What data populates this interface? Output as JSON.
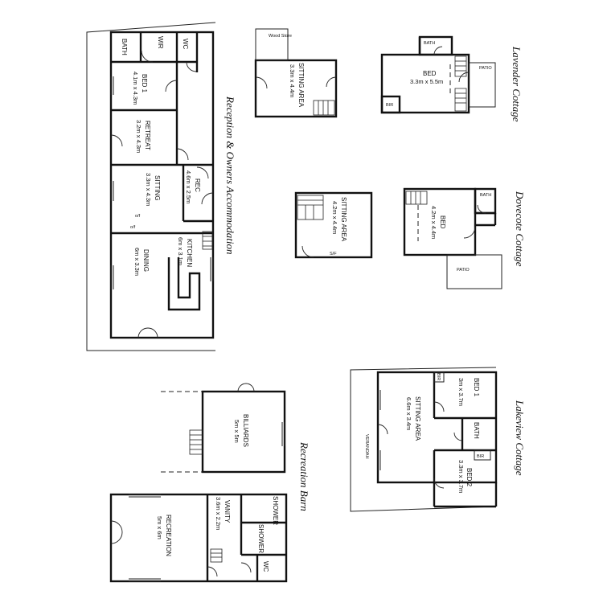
{
  "main_house": {
    "title": "Reception & Owners Accommodation",
    "rooms": {
      "wc": "WC",
      "wir": "WIR",
      "bath": "BATH",
      "bed1": "BED 1",
      "bed1_dim": "4.1m x 4.3m",
      "retreat": "RETREAT",
      "retreat_dim": "3.2m x 4.3m",
      "sitting": "SITTING",
      "sitting_dim": "3.3m x 4.3m",
      "rec": "REC",
      "rec_dim": "4.6m x 2.5m",
      "kitchen": "KITCHEN",
      "kitchen_dim": "6m x 3.1m",
      "dining": "DINING",
      "dining_dim": "6m x 3.3m",
      "of1": "o/f",
      "of2": "o/f"
    }
  },
  "lavender": {
    "title": "Lavender Cottage",
    "bed": "BED",
    "bed_dim": "3.3m x 5.5m",
    "bath": "BATH",
    "bir": "BIR",
    "patio": "PATIO",
    "sitting": "SITTING AREA",
    "sitting_dim": "3.3m x 4.4m",
    "wood_store": "Wood Store"
  },
  "dovecote": {
    "title": "Dovecote Cottage",
    "bed": "BED",
    "bed_dim": "4.2m x 4.4m",
    "bath": "BATH",
    "patio": "PATIO",
    "sitting": "SITTING AREA",
    "sitting_dim": "4.2m x 4.4m",
    "sf": "S/F"
  },
  "lakeview": {
    "title": "Lakeview Cottage",
    "bed1": "BED 1",
    "bed1_dim": "3m x 3.7m",
    "bath": "BATH",
    "bed2": "BED 2",
    "bed2_dim": "3.3m x 3.7m",
    "sitting": "SITTING AREA",
    "sitting_dim": "6.6m x 3.4m",
    "verandah": "VERANDAH",
    "bir1": "BIR",
    "bir2": "BIR"
  },
  "recreation": {
    "title": "Recreation Barn",
    "billiards": "BILLIARDS",
    "billiards_dim": "5m x 5m",
    "recreation": "RECREATION",
    "recreation_dim": "5m x 6m",
    "vanity": "VANITY",
    "vanity_dim": "3.6m x 2.2m",
    "shower1": "SHOWER",
    "shower2": "SHOWER",
    "wc": "WC"
  }
}
